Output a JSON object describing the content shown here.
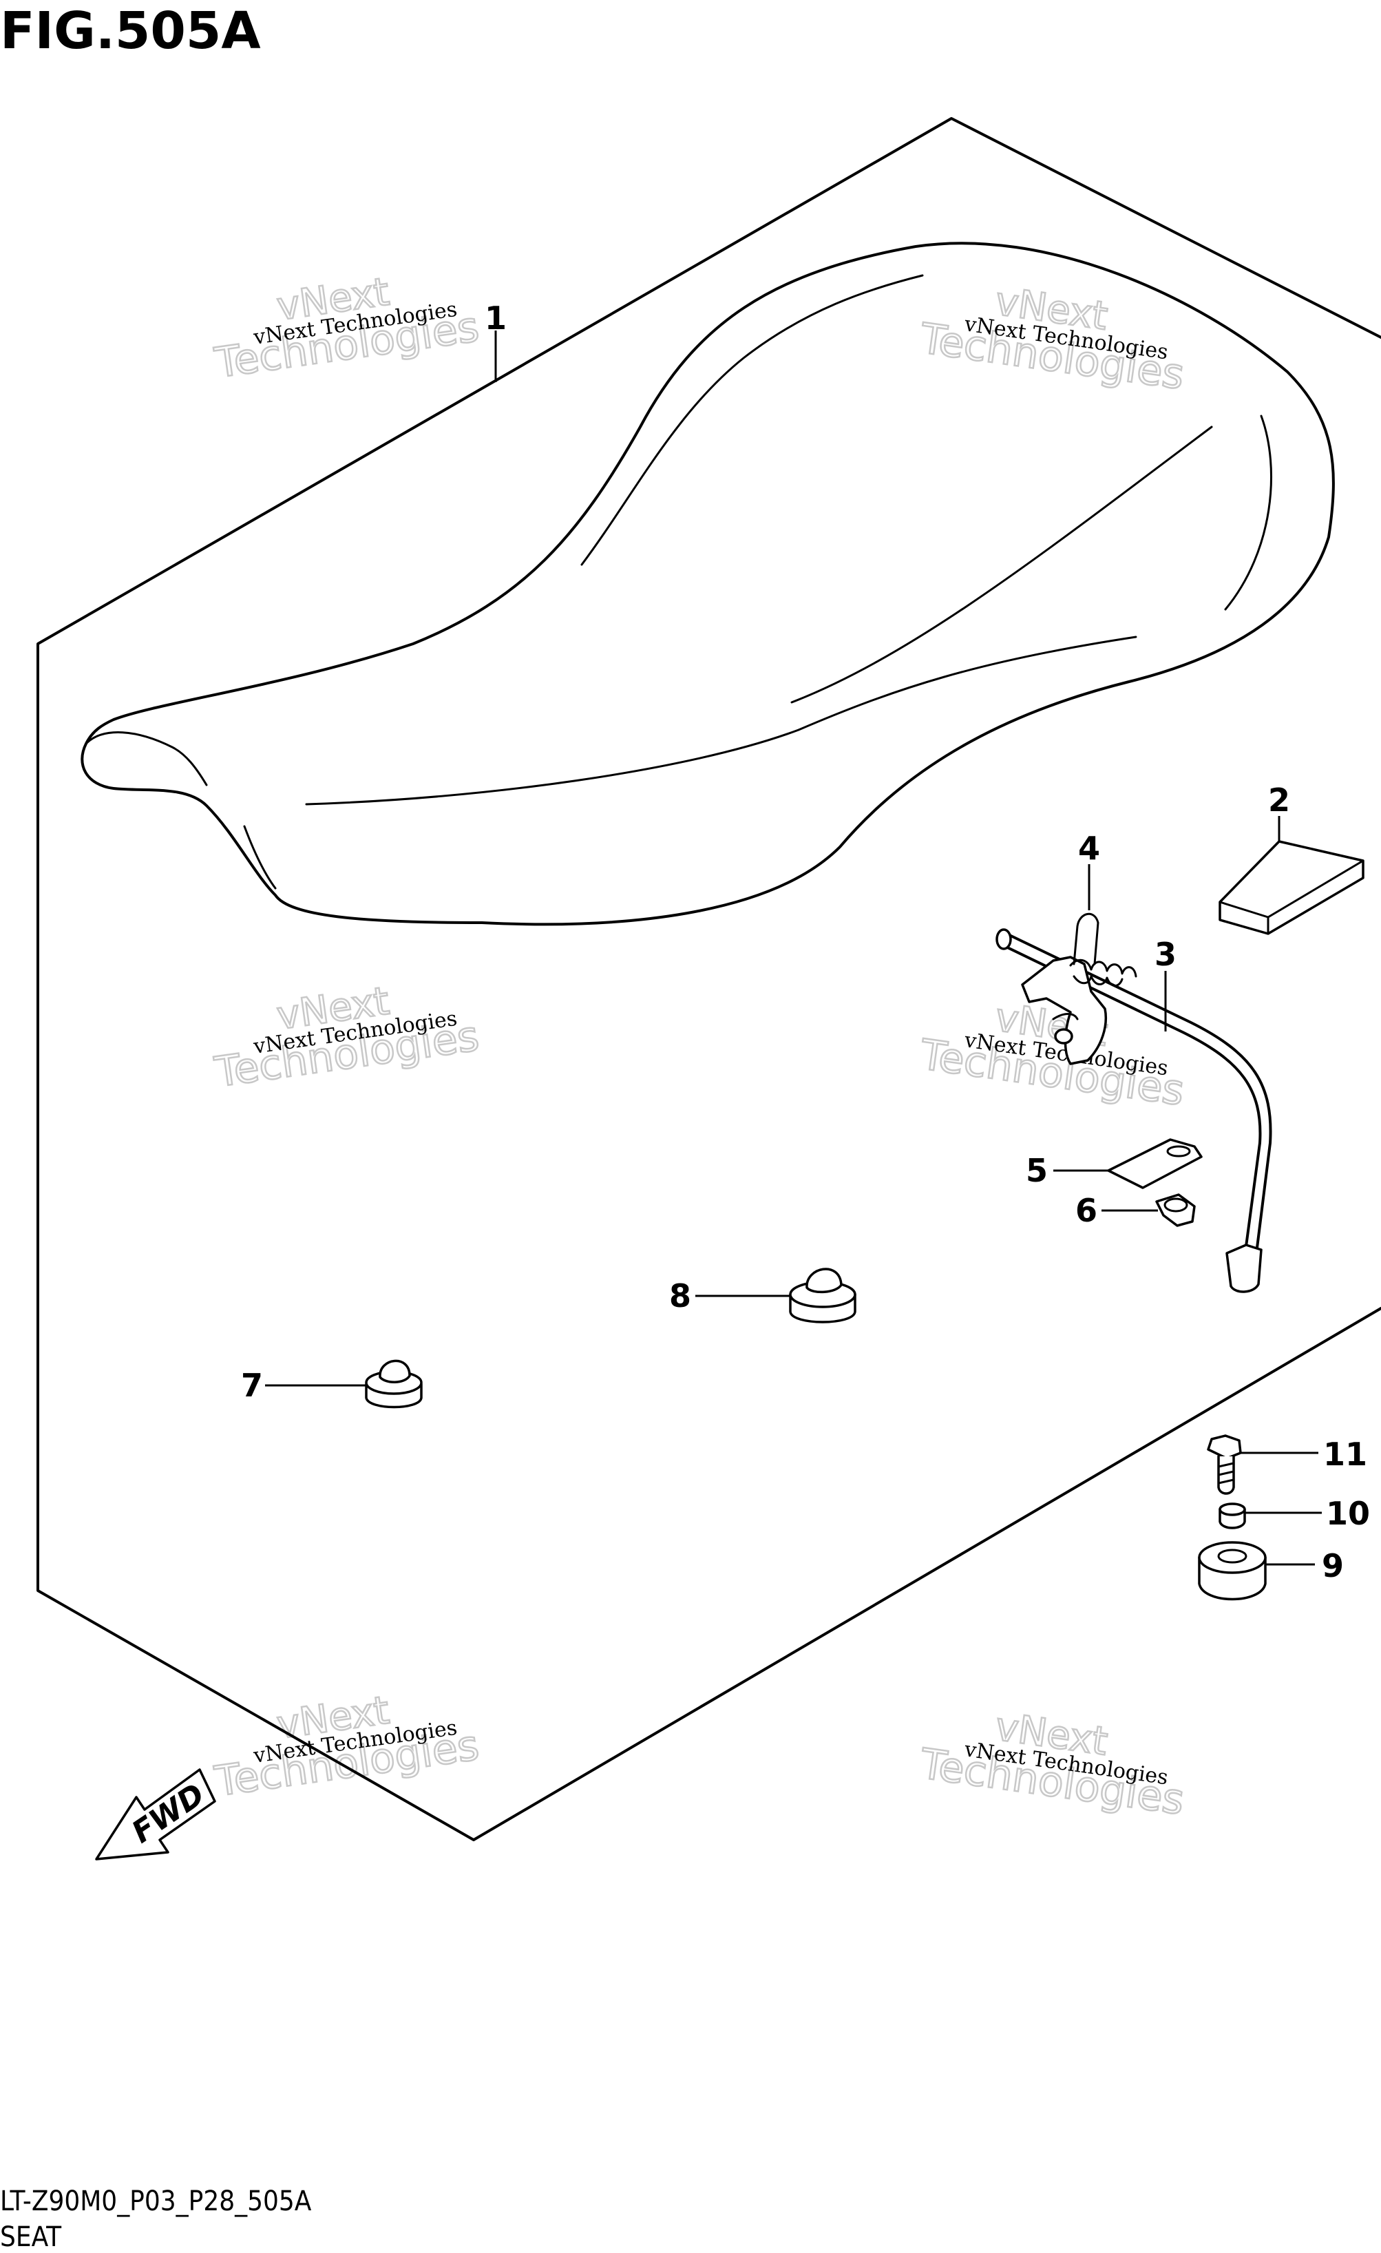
{
  "figure": {
    "title": "FIG.505A",
    "drawing_code": "LT-Z90M0_P03_P28_505A",
    "caption": "SEAT",
    "fwd_label": "FWD"
  },
  "callouts": [
    "1",
    "2",
    "3",
    "4",
    "5",
    "6",
    "7",
    "8",
    "9",
    "10",
    "11"
  ],
  "watermark": {
    "line1": "vNext Technologies",
    "line2a": "vNext",
    "line2b": "Technologies"
  }
}
